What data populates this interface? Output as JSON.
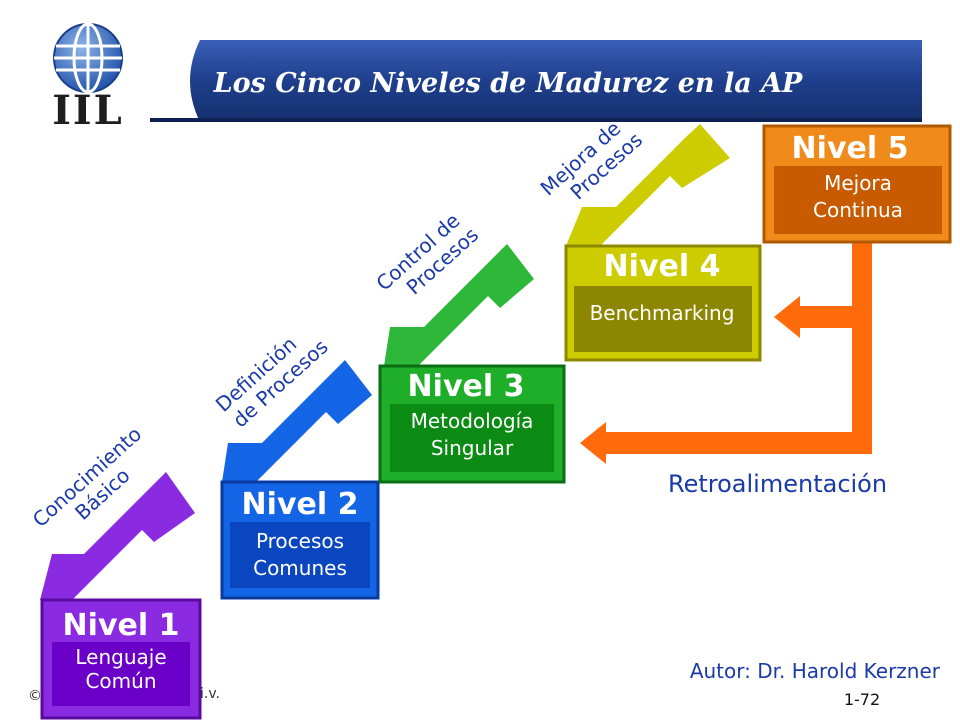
{
  "title": "Los Cinco Niveles de Madurez en la AP",
  "logo_text": "IIL",
  "levels": [
    {
      "name": "Nivel 1",
      "desc1": "Lenguaje",
      "desc2": "Común",
      "color": "#8a2be2",
      "inner": "#6a00c8"
    },
    {
      "name": "Nivel 2",
      "desc1": "Procesos",
      "desc2": "Comunes",
      "color": "#1464e6",
      "inner": "#0a46c0"
    },
    {
      "name": "Nivel 3",
      "desc1": "Metodología",
      "desc2": "Singular",
      "color": "#1fae2a",
      "inner": "#0b8a14"
    },
    {
      "name": "Nivel 4",
      "desc1": "Benchmarking",
      "desc2": "",
      "color": "#b8b000",
      "inner": "#8c8600"
    },
    {
      "name": "Nivel 5",
      "desc1": "Mejora",
      "desc2": "Continua",
      "color": "#f08a1a",
      "inner": "#c85a00"
    }
  ],
  "steps": [
    {
      "line1": "Conocimiento",
      "line2": "Básico"
    },
    {
      "line1": "Definición",
      "line2": "de Procesos"
    },
    {
      "line1": "Control de",
      "line2": "Procesos"
    },
    {
      "line1": "Mejora de",
      "line2": "Procesos"
    }
  ],
  "feedback_label": "Retroalimentación",
  "author": "Autor: Dr. Harold Kerzner",
  "copyright": "©",
  "copyright_tail": "i.v.",
  "slide_number": "1-72",
  "colors": {
    "header_band": "#1e3f8c",
    "text_blue": "#1a3aa8",
    "feedback_orange": "#ff6a0a",
    "title_text": "#ffffff"
  }
}
